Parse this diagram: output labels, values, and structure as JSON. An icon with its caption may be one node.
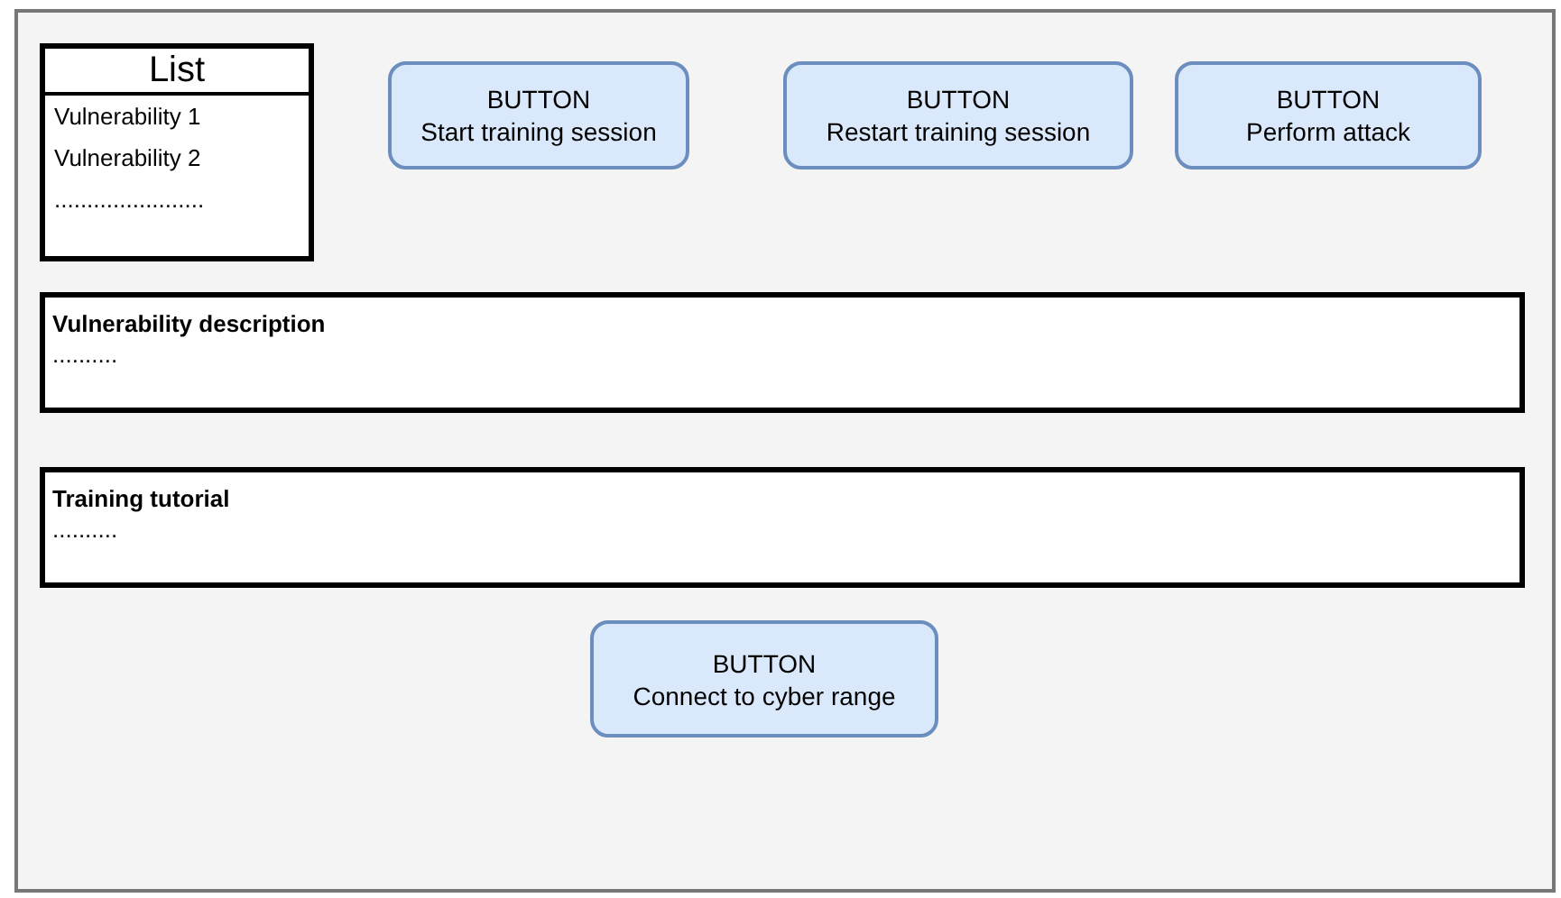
{
  "diagram": {
    "nodes": [
      {
        "text": [],
        "shape": "box"
      },
      {
        "text": [
          "List",
          "Vulnerability 1",
          "Vulnerability 2",
          "......................."
        ],
        "in": 0
      },
      {
        "text": [
          "BUTTON",
          "Start training session"
        ],
        "in": 0
      },
      {
        "text": [
          "BUTTON",
          "Restart training session"
        ],
        "in": 0
      },
      {
        "text": [
          "BUTTON",
          "Perform attack"
        ],
        "in": 0
      },
      {
        "text": [
          "Vulnerability description",
          ".........."
        ],
        "in": 0
      },
      {
        "text": [
          "Training tutorial",
          ".........."
        ],
        "in": 0
      },
      {
        "text": [
          "BUTTON",
          "Connect to cyber range"
        ],
        "in": 0
      }
    ]
  }
}
